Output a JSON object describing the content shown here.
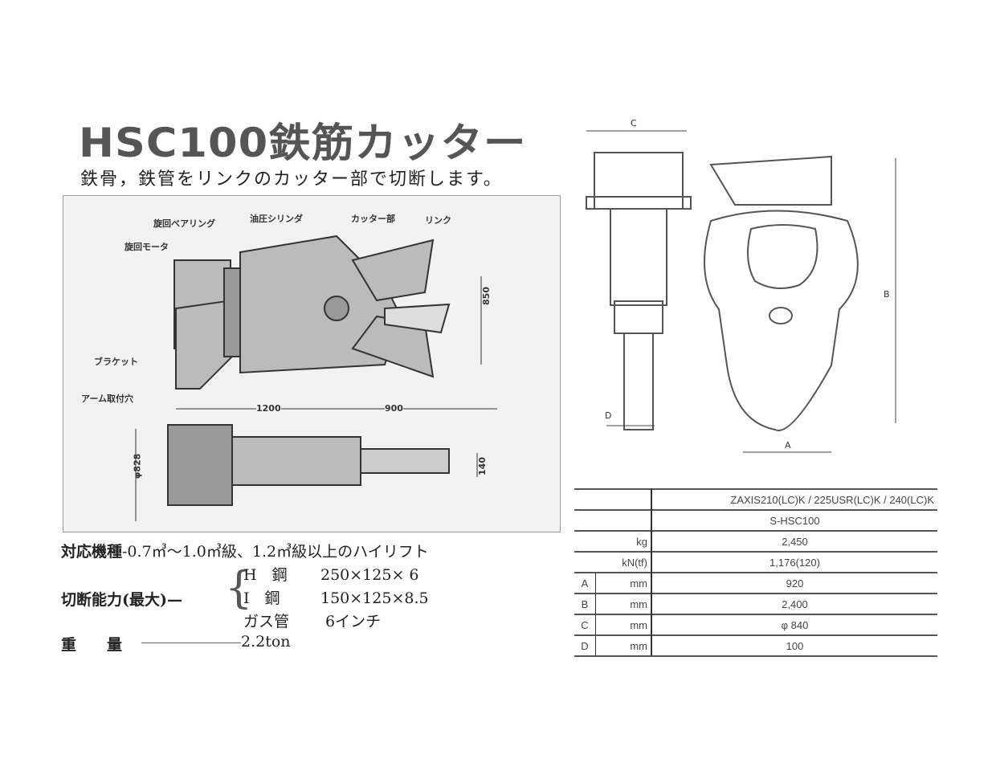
{
  "title": "HSC100鉄筋カッター",
  "subtitle": "鉄骨，鉄管をリンクのカッター部で切断します。",
  "diagram_left": {
    "labels": {
      "bearing": "旋回ベアリング",
      "cylinder": "油圧シリンダ",
      "cutter": "カッター部",
      "link": "リンク",
      "motor": "旋回モータ",
      "bracket": "ブラケット",
      "arm_hole": "アーム取付穴"
    },
    "dims": {
      "height": "850",
      "len1": "1200",
      "len2": "900",
      "dia": "φ828",
      "thick": "140"
    }
  },
  "diagram_right": {
    "dims": {
      "a": "A",
      "b": "B",
      "c": "C",
      "d": "D"
    }
  },
  "specs": {
    "machine_label": "対応機種",
    "machine_value": "-0.7㎥～1.0㎥級、1.2㎥級以上のハイリフト",
    "cut_label": "切断能力(最大)—",
    "cut_items": [
      {
        "name": "H　鋼",
        "value": "250×125× 6"
      },
      {
        "name": "I　鋼",
        "value": "150×125×8.5"
      },
      {
        "name": "ガス管",
        "value": " 6インチ"
      }
    ],
    "weight_label": "重　　量",
    "weight_value": "2.2ton"
  },
  "table": {
    "header": "ZAXIS210(LC)K / 225USR(LC)K / 240(LC)K",
    "model": "S-HSC100",
    "rows": [
      {
        "k": "",
        "u": "kg",
        "v": "2,450"
      },
      {
        "k": "",
        "u": "kN(tf)",
        "v": "1,176(120)"
      },
      {
        "k": "A",
        "u": "mm",
        "v": "920"
      },
      {
        "k": "B",
        "u": "mm",
        "v": "2,400"
      },
      {
        "k": "C",
        "u": "mm",
        "v": "φ 840"
      },
      {
        "k": "D",
        "u": "mm",
        "v": "100"
      }
    ]
  }
}
